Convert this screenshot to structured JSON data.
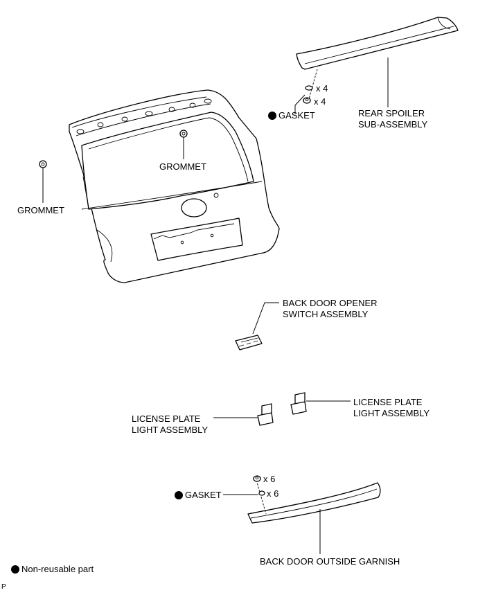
{
  "labels": {
    "rear_spoiler_line1": "REAR SPOILER",
    "rear_spoiler_line2": "SUB-ASSEMBLY",
    "gasket_top": "GASKET",
    "qty_top_washer": "x 4",
    "qty_top_nut": "x 4",
    "grommet_center": "GROMMET",
    "grommet_left": "GROMMET",
    "opener_line1": "BACK DOOR OPENER",
    "opener_line2": "SWITCH ASSEMBLY",
    "license_right_line1": "LICENSE PLATE",
    "license_right_line2": "LIGHT ASSEMBLY",
    "license_left_line1": "LICENSE PLATE",
    "license_left_line2": "LIGHT ASSEMBLY",
    "qty_bottom_nut": "x 6",
    "qty_bottom_washer": "x 6",
    "gasket_bottom": "GASKET",
    "garnish": "BACK DOOR OUTSIDE GARNISH",
    "legend": "Non-reusable part",
    "corner_mark": "P"
  }
}
